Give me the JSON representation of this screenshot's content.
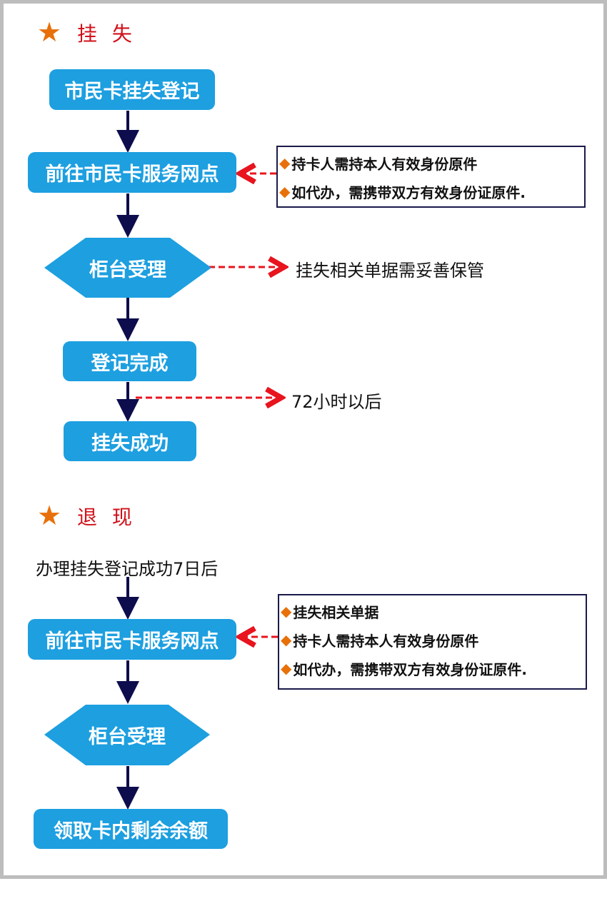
{
  "section1": {
    "title": "挂 失",
    "steps": [
      "市民卡挂失登记",
      "前往市民卡服务网点",
      "柜台受理",
      "登记完成",
      "挂失成功"
    ],
    "notes": [
      "持卡人需持本人有效身份原件",
      "如代办，需携带双方有效身份证原件."
    ],
    "side_text_counter": "挂失相关单据需妥善保管",
    "side_text_wait": "72小时以后"
  },
  "section2": {
    "title": "退 现",
    "precondition": "办理挂失登记成功7日后",
    "steps": [
      "前往市民卡服务网点",
      "柜台受理",
      "领取卡内剩余余额"
    ],
    "notes": [
      "挂失相关单据",
      "持卡人需持本人有效身份原件",
      "如代办，需携带双方有效身份证原件."
    ]
  },
  "icons": {
    "star": "★",
    "bullet": "◆"
  },
  "colors": {
    "box": "#1d9fe0",
    "title": "#d0101a",
    "star": "#e8700a",
    "arrow": "#0d0d4d",
    "dashed": "#e8141e"
  }
}
